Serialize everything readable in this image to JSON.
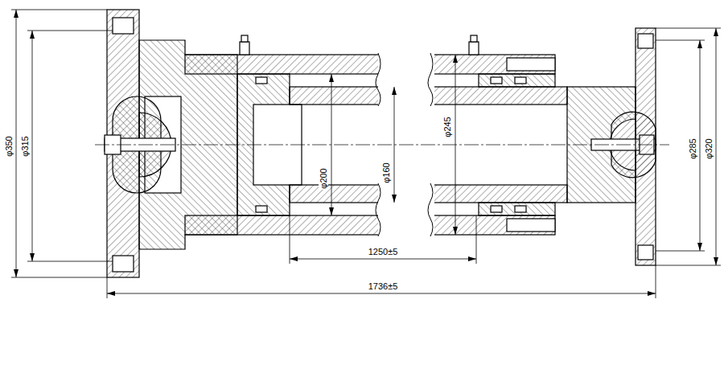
{
  "diagram": {
    "labels": [
      "φ350",
      "φ315",
      "φ200",
      "φ160",
      "φ245",
      "1250±5",
      "1736±5",
      "φ285",
      "φ320"
    ]
  }
}
